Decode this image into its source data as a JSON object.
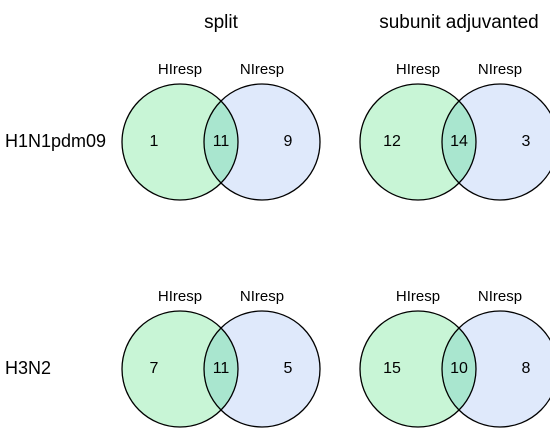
{
  "columns": [
    "split",
    "subunit adjuvanted"
  ],
  "rows": [
    "H1N1pdm09",
    "H3N2"
  ],
  "set_labels": [
    "HIresp",
    "NIresp"
  ],
  "colors": {
    "left_fill": "#c8f5d6",
    "right_fill": "#dfe9fb",
    "overlap_fill": "#a9e6cf",
    "stroke": "#000000"
  },
  "diagrams": [
    {
      "column": "split",
      "row": "H1N1pdm09",
      "left_only": "1",
      "both": "11",
      "right_only": "9"
    },
    {
      "column": "subunit adjuvanted",
      "row": "H1N1pdm09",
      "left_only": "12",
      "both": "14",
      "right_only": "3"
    },
    {
      "column": "split",
      "row": "H3N2",
      "left_only": "7",
      "both": "11",
      "right_only": "5"
    },
    {
      "column": "subunit adjuvanted",
      "row": "H3N2",
      "left_only": "15",
      "both": "10",
      "right_only": "8"
    }
  ]
}
